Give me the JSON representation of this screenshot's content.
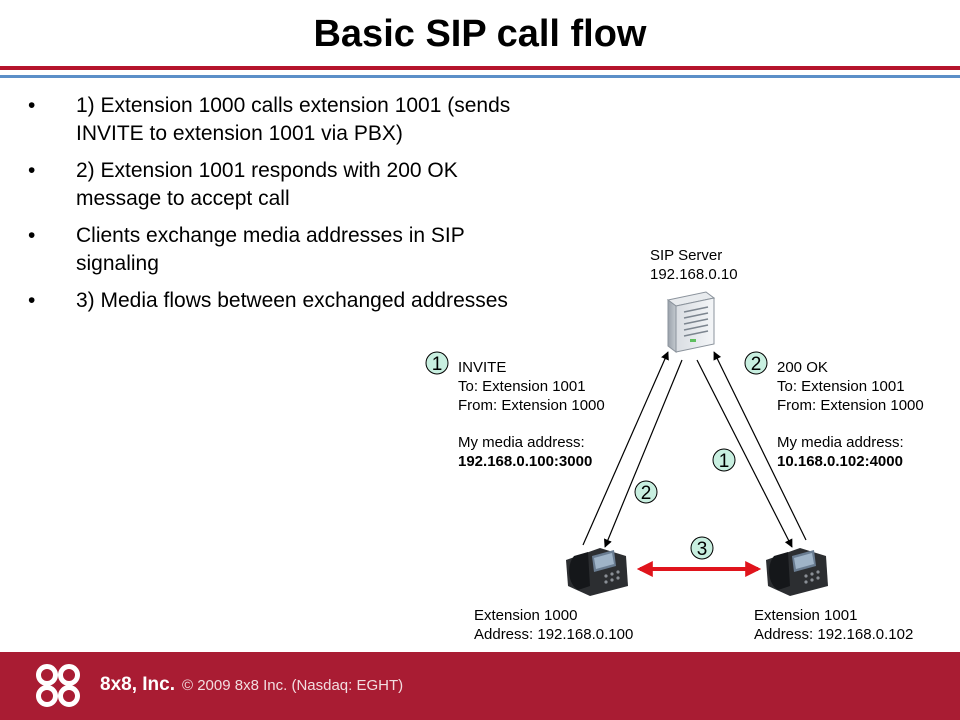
{
  "title": "Basic SIP call flow",
  "bullets": [
    {
      "marker": "•",
      "line1": "1) Extension 1000 calls extension 1001 (sends",
      "line2": "INVITE to extension 1001 via PBX)"
    },
    {
      "marker": "•",
      "line1": "2) Extension 1001 responds with 200 OK",
      "line2": "message to accept call"
    },
    {
      "marker": "•",
      "line1": "Clients exchange media addresses in SIP",
      "line2": "signaling"
    },
    {
      "marker": "•",
      "line1": "3) Media flows between exchanged addresses",
      "line2": ""
    }
  ],
  "diagram": {
    "server": {
      "name": "SIP Server",
      "ip": "192.168.0.10"
    },
    "left_msg": {
      "step": "1",
      "lines": [
        "INVITE",
        "To: Extension 1001",
        "From: Extension 1000",
        "My media address:"
      ],
      "address": "192.168.0.100:3000"
    },
    "right_msg": {
      "step": "2",
      "lines": [
        "200 OK",
        "To: Extension 1001",
        "From: Extension 1000",
        "My media address:"
      ],
      "address": "10.168.0.102:4000"
    },
    "step_left_arrow": "2",
    "step_right_arrow": "1",
    "step_media": "3",
    "phone_left": {
      "name": "Extension 1000",
      "address": "Address: 192.168.0.100"
    },
    "phone_right": {
      "name": "Extension 1001",
      "address": "Address: 192.168.0.102"
    },
    "colors": {
      "media_arrow": "#e0141c",
      "footer": "#a91c33"
    }
  },
  "footer": {
    "company": "8x8, Inc.",
    "copyright": "© 2009 8x8 Inc. (Nasdaq: EGHT)"
  }
}
